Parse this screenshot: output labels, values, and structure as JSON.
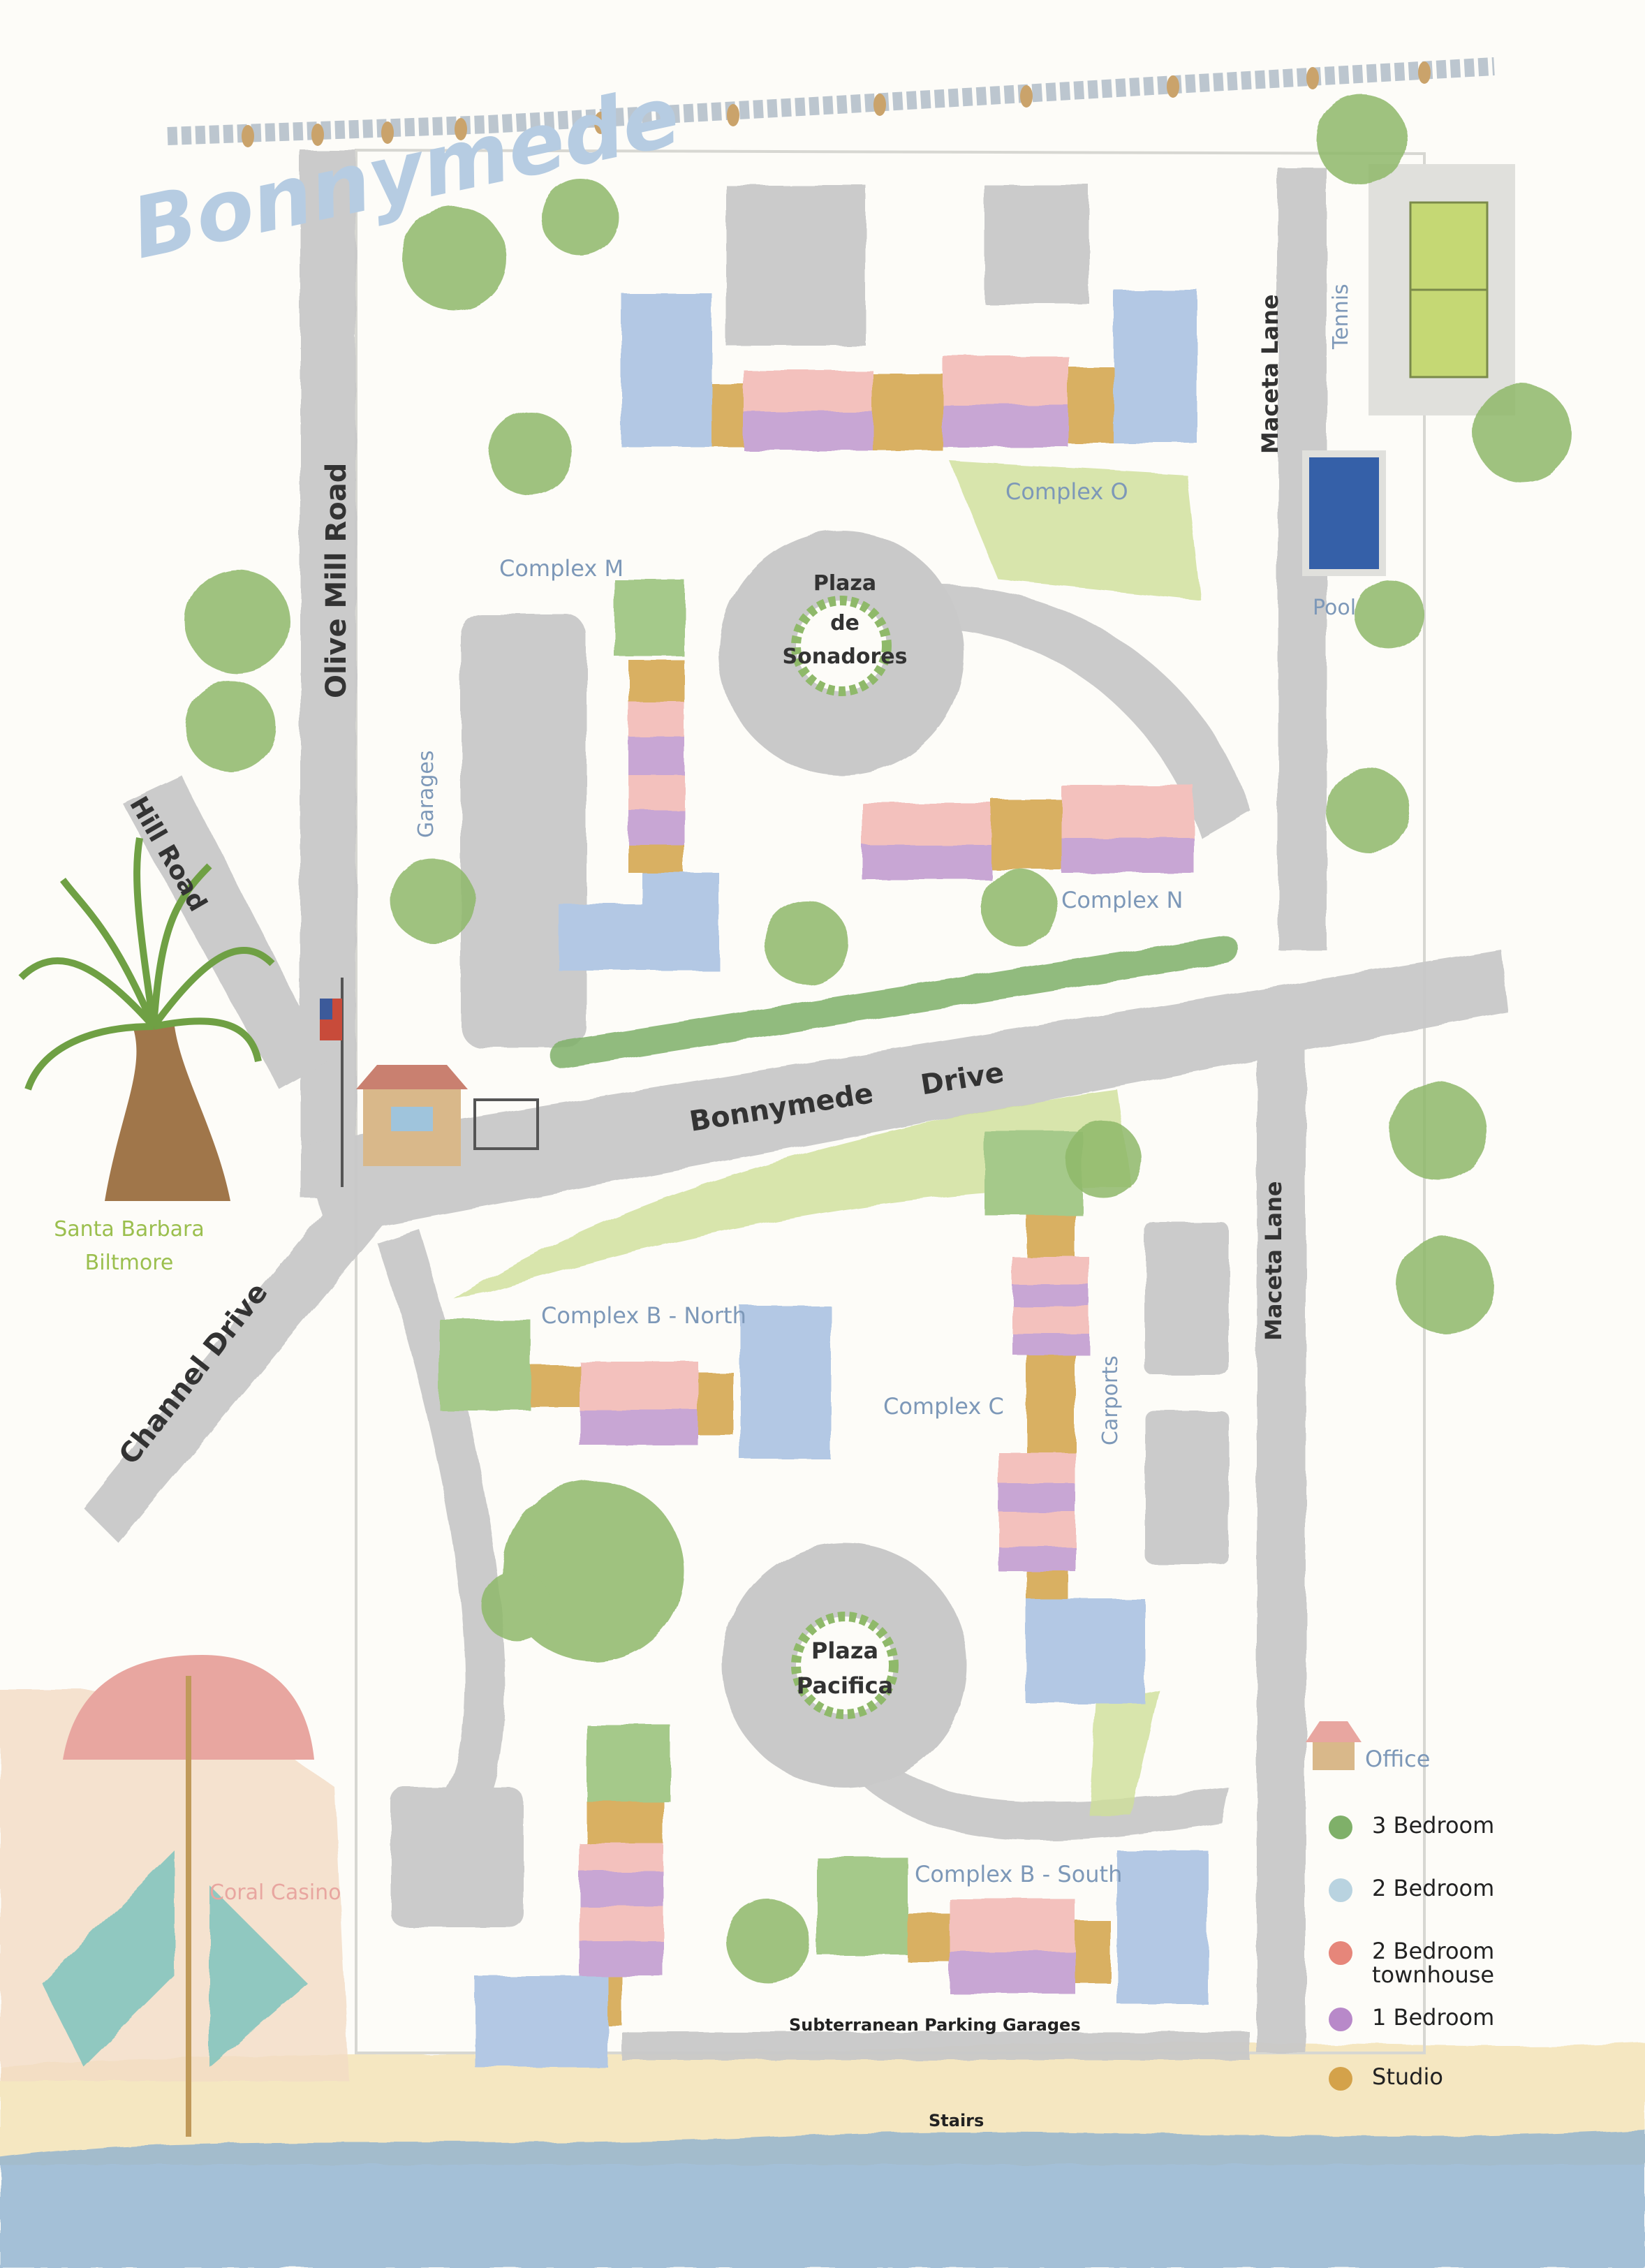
{
  "title": "Bonnymede",
  "roads": {
    "olive_mill": "Olive Mill Road",
    "hill": "Hill Road",
    "channel": "Channel Drive",
    "bonnymede": "Bonnymede     Drive",
    "maceta_north": "Maceta Lane",
    "maceta_south": "Maceta Lane"
  },
  "complexes": {
    "m": "Complex M",
    "o": "Complex O",
    "n": "Complex N",
    "b_north": "Complex B - North",
    "c": "Complex C",
    "b_south": "Complex B - South"
  },
  "plazas": {
    "sonadores": [
      "Plaza",
      "de",
      "Sonadores"
    ],
    "pacifica": [
      "Plaza",
      "Pacifica"
    ]
  },
  "places": {
    "tennis": "Tennis",
    "pool": "Pool",
    "garages": "Garages",
    "carports": "Carports",
    "santa_barbara": [
      "Santa Barbara",
      "Biltmore"
    ],
    "coral_casino": "Coral Casino",
    "parking": "Subterranean Parking Garages",
    "stairs": "Stairs"
  },
  "legend": {
    "office": "Office",
    "items": [
      {
        "label": [
          "3 Bedroom"
        ],
        "color": "#7fb069"
      },
      {
        "label": [
          "2 Bedroom"
        ],
        "color": "#b9d3e0"
      },
      {
        "label": [
          "2 Bedroom",
          "townhouse"
        ],
        "color": "#e6867a"
      },
      {
        "label": [
          "1 Bedroom"
        ],
        "color": "#b889c9"
      },
      {
        "label": [
          "Studio"
        ],
        "color": "#d4a24a"
      }
    ]
  },
  "colors": {
    "three_bed": "#a5c98a",
    "two_bed": "#b3c8e4",
    "townhouse": "#f3c1bd",
    "one_bed": "#c8a6d4",
    "studio": "#d9b062",
    "road": "#c9c9c9",
    "tree": "#8fb96a",
    "title": "#b6cce2",
    "label_blue": "#7d98b8",
    "label_green": "#9bbf4e",
    "casino_pink": "#e8a6a0",
    "ocean": "#8fb2cf",
    "sand": "#f4e4b8"
  }
}
